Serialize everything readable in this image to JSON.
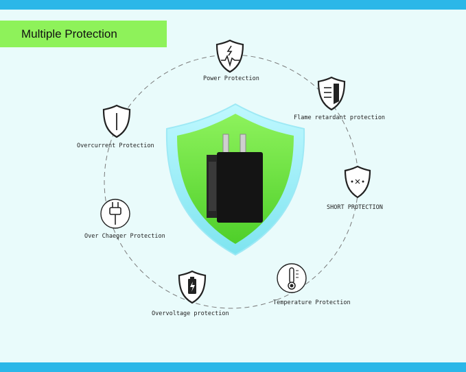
{
  "banner": {
    "title": "Multiple Protection"
  },
  "colors": {
    "band": "#2bb7e8",
    "banner": "#8ef25a",
    "background": "#e9fbfb",
    "shield": "#6fe03c"
  },
  "protections": [
    {
      "label": "Power Protection",
      "icon": "power-icon"
    },
    {
      "label": "Flame retardant protection",
      "icon": "flame-shield-icon"
    },
    {
      "label": "SHORT PROTECTION",
      "icon": "short-icon"
    },
    {
      "label": "Temperature Protection",
      "icon": "thermometer-icon"
    },
    {
      "label": "Overvoltage protection",
      "icon": "battery-bolt-icon"
    },
    {
      "label": "Over Chaeger Protection",
      "icon": "plug-icon"
    },
    {
      "label": "Overcurrent Protection",
      "icon": "overcurrent-icon"
    }
  ]
}
